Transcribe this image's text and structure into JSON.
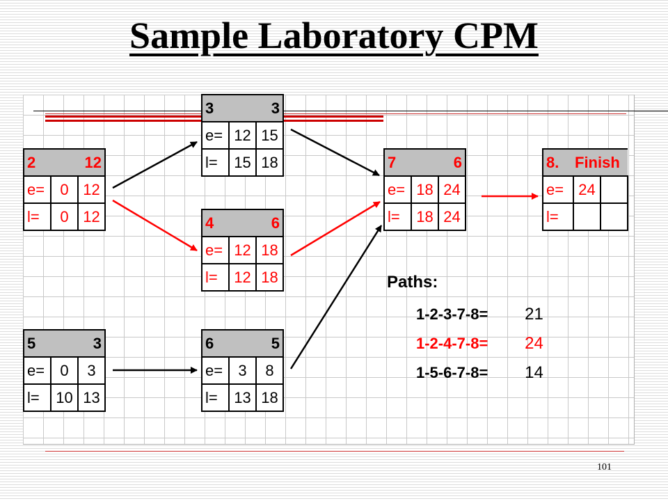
{
  "title": "Sample Laboratory CPM",
  "page_number": "101",
  "nodes": [
    {
      "id": "2",
      "duration": "12",
      "e_label": "e=",
      "l_label": "l=",
      "es": "0",
      "ef": "12",
      "ls": "0",
      "lf": "12",
      "critical": true
    },
    {
      "id": "3",
      "duration": "3",
      "e_label": "e=",
      "l_label": "l=",
      "es": "12",
      "ef": "15",
      "ls": "15",
      "lf": "18",
      "critical": false
    },
    {
      "id": "4",
      "duration": "6",
      "e_label": "e=",
      "l_label": "l=",
      "es": "12",
      "ef": "18",
      "ls": "12",
      "lf": "18",
      "critical": true
    },
    {
      "id": "5",
      "duration": "3",
      "e_label": "e=",
      "l_label": "l=",
      "es": "0",
      "ef": "3",
      "ls": "10",
      "lf": "13",
      "critical": false
    },
    {
      "id": "6",
      "duration": "5",
      "e_label": "e=",
      "l_label": "l=",
      "es": "3",
      "ef": "8",
      "ls": "13",
      "lf": "18",
      "critical": false
    },
    {
      "id": "7",
      "duration": "6",
      "e_label": "e=",
      "l_label": "l=",
      "es": "18",
      "ef": "24",
      "ls": "18",
      "lf": "24",
      "critical": true
    }
  ],
  "finish_node": {
    "id": "8.",
    "name": "Finish",
    "e_label": "e=",
    "l_label": "l=",
    "es": "24",
    "ef": "",
    "ls": "",
    "lf": ""
  },
  "paths": {
    "title": "Paths:",
    "rows": [
      {
        "sequence": "1-2-3-7-8=",
        "value": "21",
        "critical": false
      },
      {
        "sequence": "1-2-4-7-8=",
        "value": "24",
        "critical": true
      },
      {
        "sequence": "1-5-6-7-8=",
        "value": "14",
        "critical": false
      }
    ]
  },
  "colors": {
    "critical": "#ff0000",
    "normal": "#000000",
    "header_fill": "#c0c0c0"
  }
}
